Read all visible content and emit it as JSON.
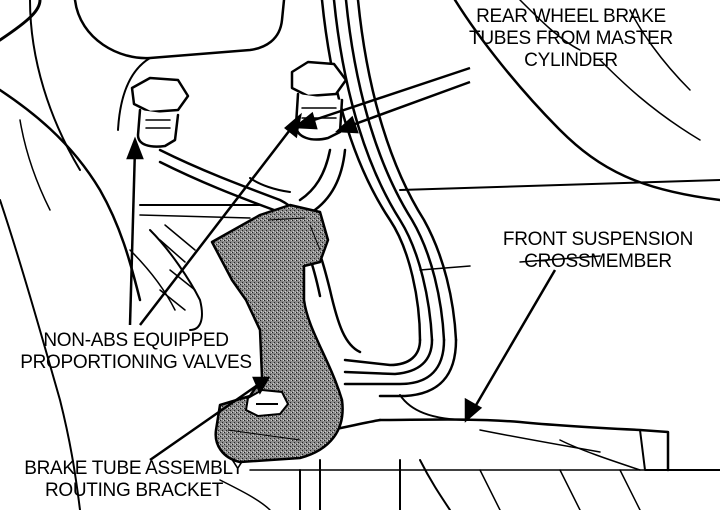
{
  "callouts": {
    "rear_brake_tubes": [
      "REAR WHEEL BRAKE",
      "TUBES FROM MASTER",
      "CYLINDER"
    ],
    "front_crossmember": [
      "FRONT SUSPENSION",
      "CROSSMEMBER"
    ],
    "proportioning_valves": [
      "NON-ABS EQUIPPED",
      "PROPORTIONING VALVES"
    ],
    "routing_bracket": [
      "BRAKE TUBE ASSEMBLY",
      "ROUTING BRACKET"
    ]
  },
  "colors": {
    "ink": "#000000",
    "paper": "#ffffff",
    "bracket_fill": "#7a7a7a"
  }
}
